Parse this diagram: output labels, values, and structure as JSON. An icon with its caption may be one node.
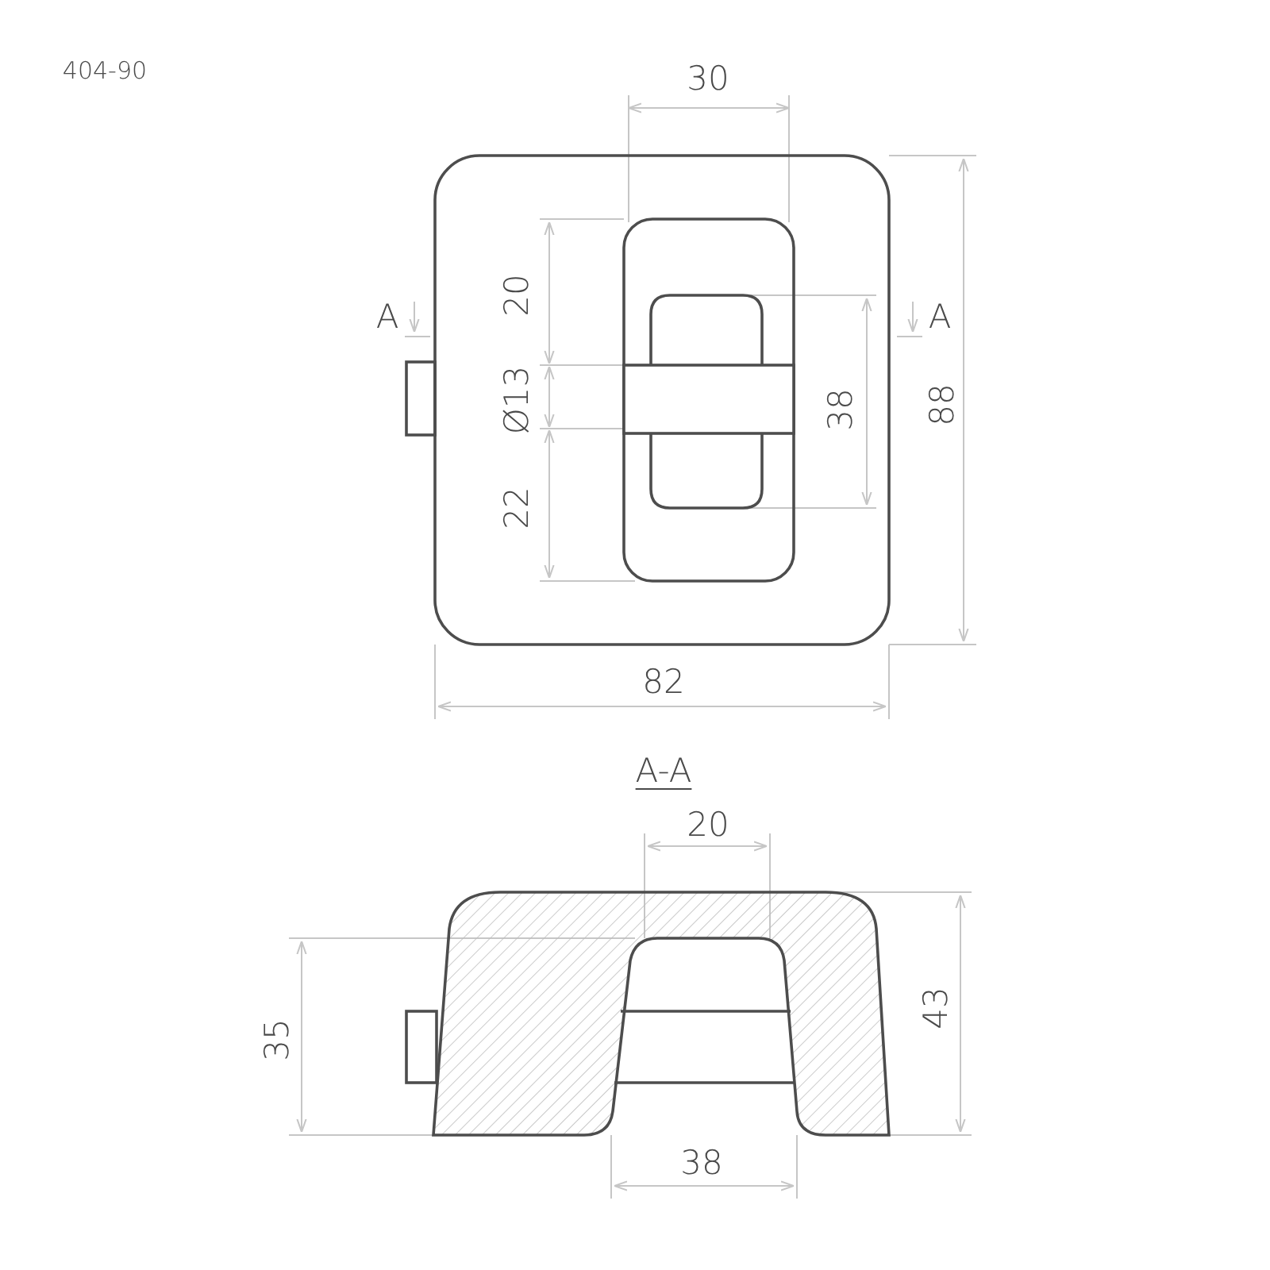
{
  "diagram": {
    "labels": [
      "404-90",
      "30",
      "20",
      "A",
      "A",
      "Ø13",
      "38",
      "88",
      "22",
      "82",
      "A-A",
      "20",
      "35",
      "43",
      "38"
    ]
  }
}
